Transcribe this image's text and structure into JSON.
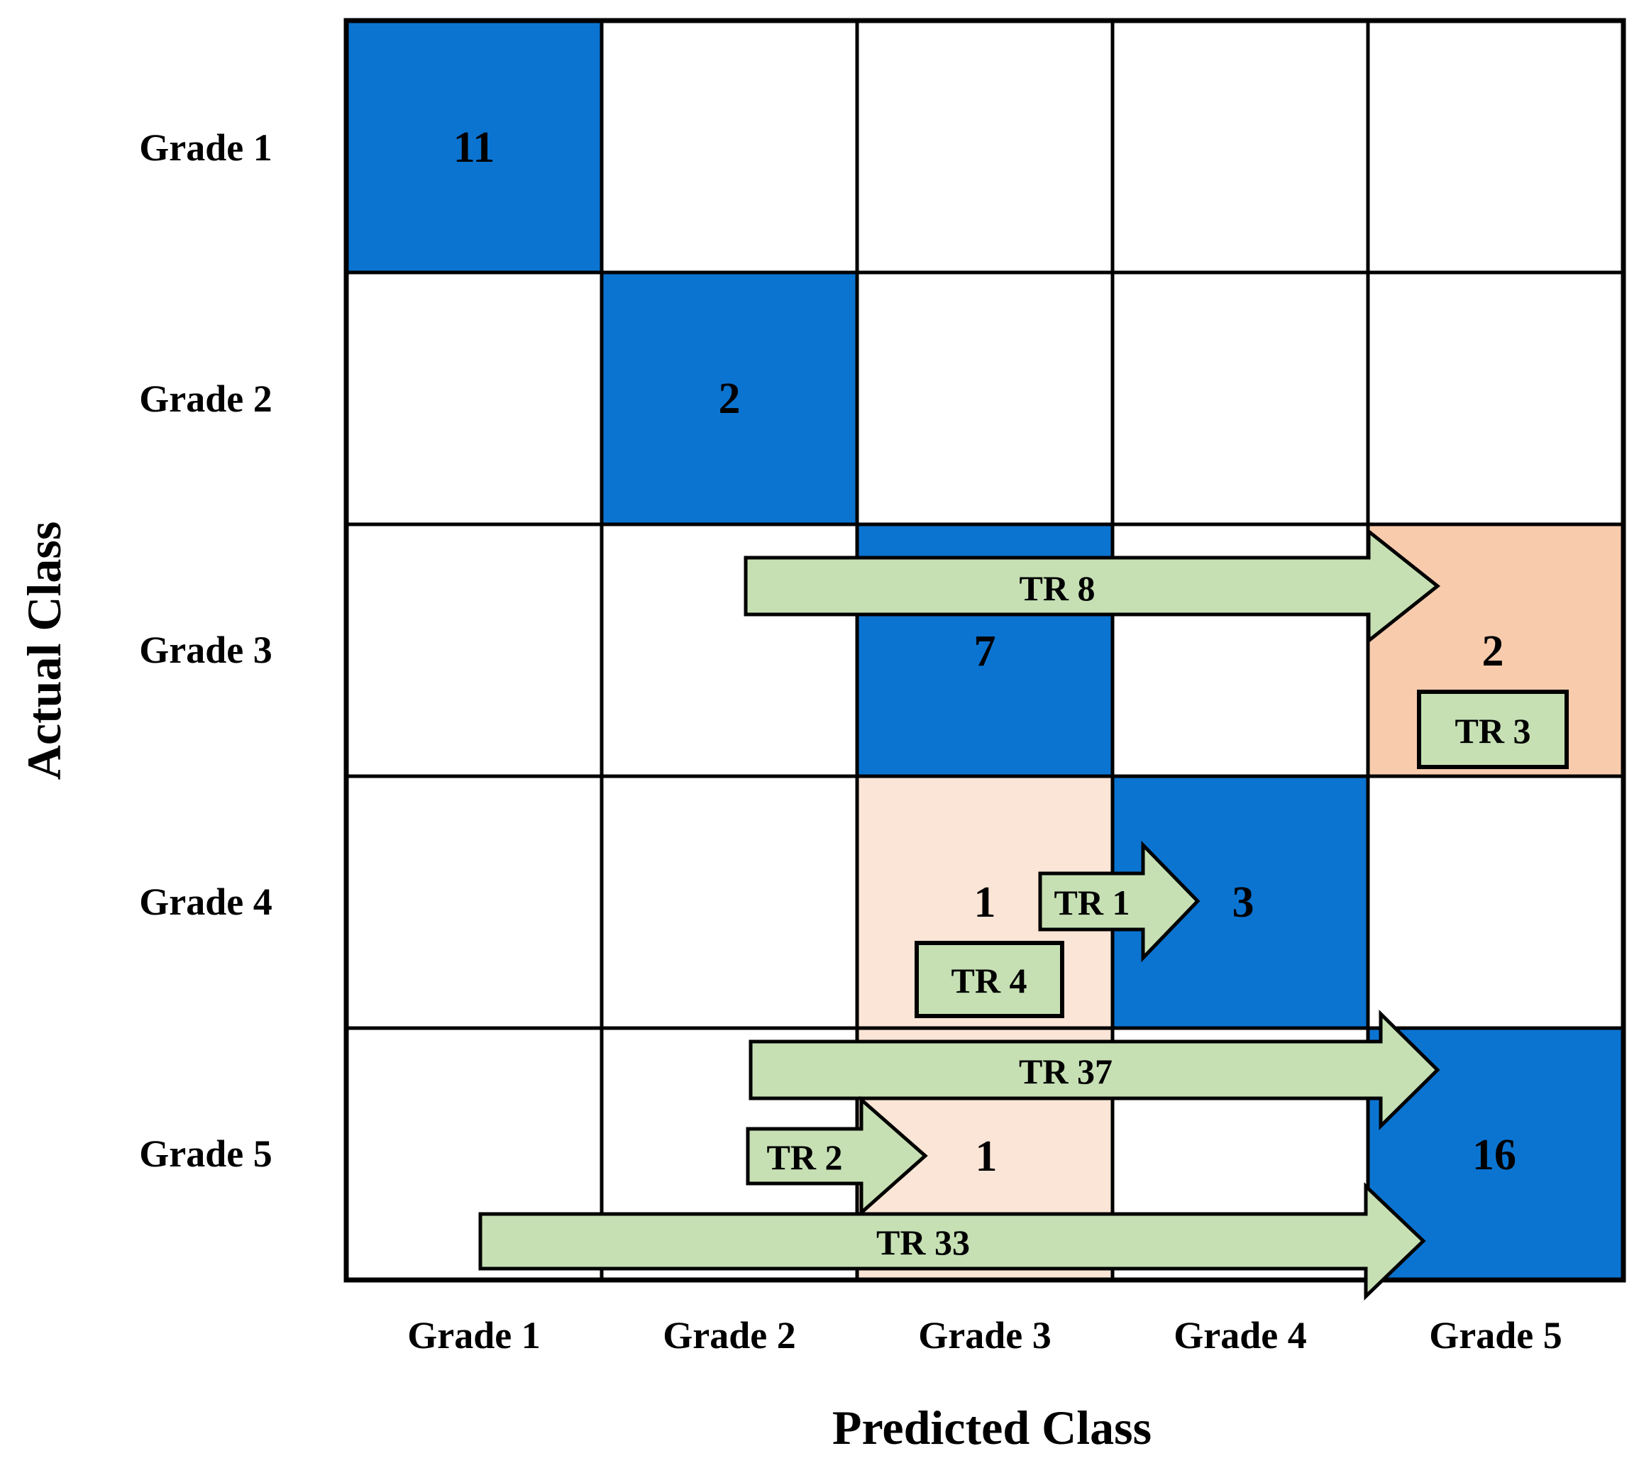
{
  "figure": {
    "type": "confusion-matrix-with-transfer-annotations"
  },
  "colors": {
    "diagonal_blue": "#0b74d1",
    "misclass_peach_dark": "#f8cbad",
    "misclass_peach_light": "#fbe5d6",
    "transfer_green": "#c6e0b4",
    "grid_black": "#000000",
    "background": "#ffffff"
  },
  "chart_data": {
    "type": "heatmap",
    "title": "",
    "xlabel": "Predicted Class",
    "ylabel": "Actual Class",
    "row_labels": [
      "Grade 1",
      "Grade 2",
      "Grade 3",
      "Grade 4",
      "Grade 5"
    ],
    "col_labels": [
      "Grade 1",
      "Grade 2",
      "Grade 3",
      "Grade 4",
      "Grade 5"
    ],
    "matrix": [
      [
        11,
        null,
        null,
        null,
        null
      ],
      [
        null,
        2,
        null,
        null,
        null
      ],
      [
        null,
        null,
        7,
        null,
        2
      ],
      [
        null,
        null,
        1,
        3,
        null
      ],
      [
        null,
        null,
        1,
        null,
        16
      ]
    ],
    "grid": true,
    "legend": "none",
    "transfers": [
      {
        "label": "TR 8",
        "type": "arrow",
        "actual_row": "Grade 3",
        "from_predicted": "Grade 2",
        "to_predicted": "Grade 5"
      },
      {
        "label": "TR 3",
        "type": "box",
        "actual_row": "Grade 3",
        "in_predicted": "Grade 5"
      },
      {
        "label": "TR 1",
        "type": "arrow",
        "actual_row": "Grade 4",
        "from_predicted": "Grade 3",
        "to_predicted": "Grade 4"
      },
      {
        "label": "TR 4",
        "type": "box",
        "actual_row": "Grade 4",
        "in_predicted": "Grade 3"
      },
      {
        "label": "TR 37",
        "type": "arrow",
        "actual_row": "Grade 5",
        "from_predicted": "Grade 2",
        "to_predicted": "Grade 5"
      },
      {
        "label": "TR 2",
        "type": "arrow",
        "actual_row": "Grade 5",
        "from_predicted": "Grade 2",
        "to_predicted": "Grade 3"
      },
      {
        "label": "TR 33",
        "type": "arrow",
        "actual_row": "Grade 5",
        "from_predicted": "Grade 1",
        "to_predicted": "Grade 5"
      }
    ]
  }
}
